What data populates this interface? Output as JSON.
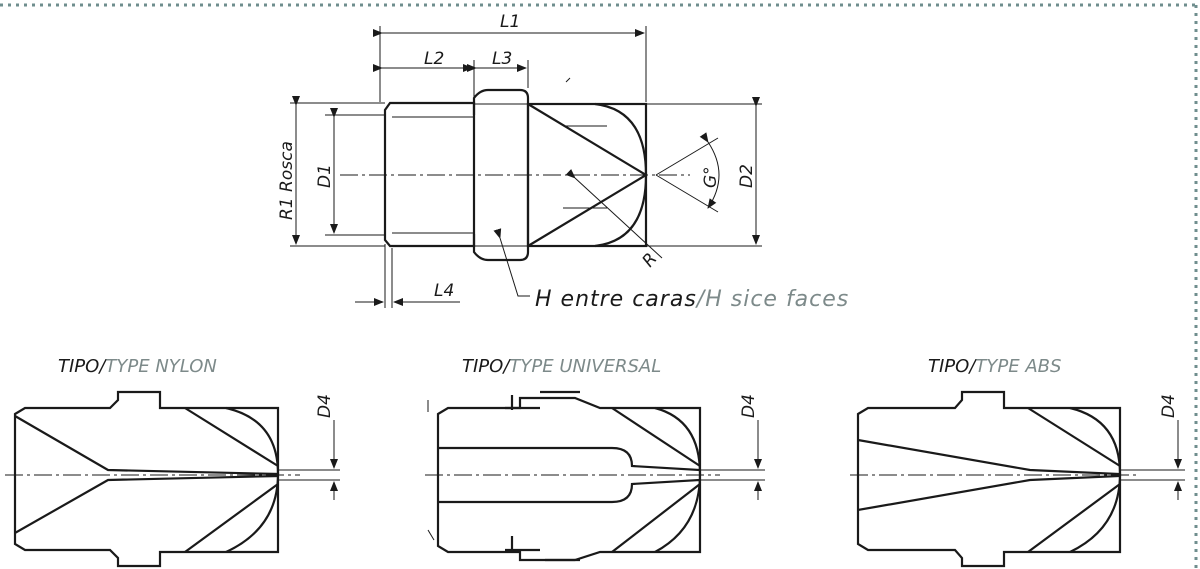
{
  "dimensions": {
    "L1": "L1",
    "L2": "L2",
    "L3": "L3",
    "L4": "L4",
    "D1": "D1",
    "D2": "D2",
    "R1": "R1 Rosca",
    "G": "G°",
    "R": "R",
    "D4": "D4"
  },
  "faces_note": {
    "es": "H entre caras",
    "sep": "/",
    "en": "H sice faces"
  },
  "types": [
    {
      "prefix": "TIPO/",
      "name": "TYPE NYLON"
    },
    {
      "prefix": "TIPO/",
      "name": "TYPE UNIVERSAL"
    },
    {
      "prefix": "TIPO/",
      "name": "TYPE ABS"
    }
  ],
  "colors": {
    "ink": "#1a1a1a",
    "accent_grey": "#7d8a8a",
    "border_dots": "#6f8e8e"
  }
}
